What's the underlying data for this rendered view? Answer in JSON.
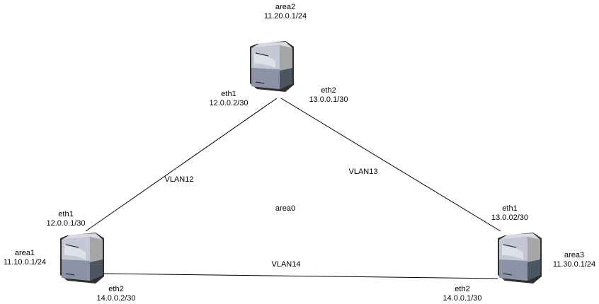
{
  "nodes": {
    "area2": {
      "name": "area2",
      "subnet": "11.20.0.1/24",
      "eth1": {
        "name": "eth1",
        "ip": "12.0.0.2/30"
      },
      "eth2": {
        "name": "eth2",
        "ip": "13.0.0.1/30"
      }
    },
    "area1": {
      "name": "area1",
      "subnet": "11.10.0.1/24",
      "eth1": {
        "name": "eth1",
        "ip": "12.0.0.1/30"
      },
      "eth2": {
        "name": "eth2",
        "ip": "14.0.0.2/30"
      }
    },
    "area3": {
      "name": "area3",
      "subnet": "11.30.0.1/24",
      "eth1": {
        "name": "eth1",
        "ip": "13.0.02/30"
      },
      "eth2": {
        "name": "eth2",
        "ip": "14.0.0.1/30"
      }
    }
  },
  "links": {
    "vlan12": "VLAN12",
    "vlan13": "VLAN13",
    "vlan14": "VLAN14"
  },
  "center_label": "area0",
  "colors": {
    "server_top": "#d8dae3",
    "server_front_light": "#c5c8d4",
    "server_front_dark": "#8d93a6",
    "server_side": "#a6a6a6",
    "server_side_dark": "#4b5660",
    "server_outline": "#2f2f2f",
    "line": "#000000"
  }
}
